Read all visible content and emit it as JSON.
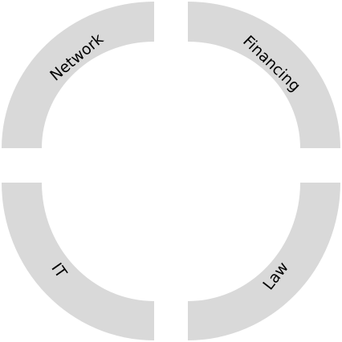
{
  "diagram": {
    "segment_color": "#d9d9d9",
    "label_color": "#000000",
    "segments": [
      {
        "label": "Network"
      },
      {
        "label": "Financing"
      },
      {
        "label": "IT"
      },
      {
        "label": "Law"
      }
    ]
  }
}
